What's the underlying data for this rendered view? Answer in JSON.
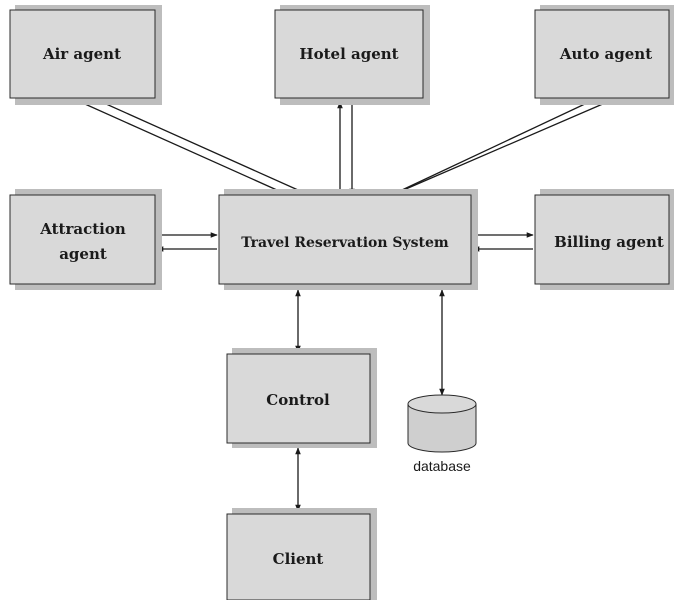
{
  "nodes": {
    "air_agent": "Air agent",
    "hotel_agent": "Hotel agent",
    "auto_agent": "Auto agent",
    "attraction_agent": [
      "Attraction",
      "agent"
    ],
    "travel_reservation_system": "Travel Reservation System",
    "billing_agent": "Billing agent",
    "control": "Control",
    "client": "Client",
    "database": "database"
  },
  "colors": {
    "box_fill": "#d9d9d9",
    "box_shadow": "#bdbdbd",
    "box_stroke": "#2b2b2b",
    "arrow": "#1a1a1a",
    "db_fill": "#cfcfcf"
  }
}
